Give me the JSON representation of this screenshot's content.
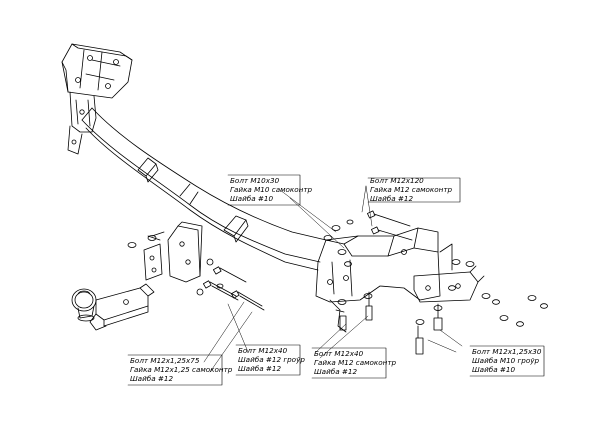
{
  "callouts": {
    "top_center": [
      "Болт M10x30",
      "Гайка M10 самоконтр",
      "Шайба #10"
    ],
    "top_right": [
      "Болт M12x120",
      "Гайка M12 самоконтр",
      "Шайба #12"
    ],
    "bottom_left": [
      "Болт M12x1,25x75",
      "Гайка M12x1,25 самоконтр",
      "Шайба #12"
    ],
    "bottom_mid": [
      "Болт M12x40",
      "Шайба #12 гроўр",
      "Шайба #12"
    ],
    "bottom_center": [
      "Болт M12x40",
      "Гайка M12 самоконтр",
      "Шайба #12"
    ],
    "bottom_right": [
      "Болт M12x1,25x30",
      "Шайба M10 гроўр",
      "Шайба #10"
    ]
  },
  "colors": {
    "line": "#000000",
    "background": "#ffffff"
  }
}
